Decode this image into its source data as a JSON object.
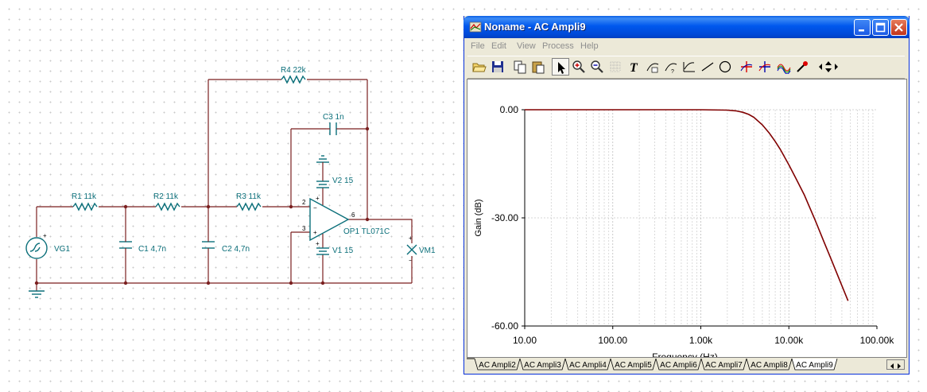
{
  "schematic": {
    "components": {
      "r1": "R1 11k",
      "r2": "R2 11k",
      "r3": "R3 11k",
      "r4": "R4 22k",
      "c1": "C1 4,7n",
      "c2": "C2 4,7n",
      "c3": "C3 1n",
      "v1": "V1 15",
      "v2": "V2 15",
      "vg1": "VG1",
      "vm1": "VM1",
      "op1": "OP1 TL071C"
    },
    "pins": {
      "in_minus": "2",
      "in_plus": "3",
      "out": "6"
    }
  },
  "window": {
    "title": "Noname - AC Ampli9",
    "menu": [
      "File",
      "Edit",
      "View",
      "Process",
      "Help"
    ],
    "toolbar_icons": [
      "open-icon",
      "save-icon",
      "copy-icon",
      "paste-icon",
      "pointer-icon",
      "zoom-in-icon",
      "zoom-out-icon",
      "grid-icon",
      "text-icon",
      "curve-label-icon",
      "curve-value-icon",
      "axis-label-icon",
      "line-icon",
      "circle-icon",
      "cursor-a-icon",
      "cursor-b-icon",
      "waveform-icon",
      "probe-icon",
      "move-arrows-icon"
    ],
    "tabs": [
      "AC Ampli2",
      "AC Ampli3",
      "AC Ampli4",
      "AC Ampli5",
      "AC Ampli6",
      "AC Ampli7",
      "AC Ampli8",
      "AC Ampli9"
    ],
    "active_tab": "AC Ampli9"
  },
  "chart_data": {
    "type": "line",
    "xlabel": "Frequency (Hz)",
    "ylabel": "Gain (dB)",
    "x_scale": "log",
    "xlim": [
      10,
      100000
    ],
    "ylim": [
      -60,
      0
    ],
    "x_ticks": [
      "10.00",
      "100.00",
      "1.00k",
      "10.00k",
      "100.00k"
    ],
    "y_ticks": [
      "0.00",
      "-30.00",
      "-60.00"
    ],
    "grid": true,
    "series": [
      {
        "color": "#800000",
        "x": [
          10,
          100,
          1000,
          2000,
          2500,
          3000,
          3500,
          4000,
          5000,
          6000,
          7000,
          8000,
          10000,
          12000,
          15000,
          20000,
          25000,
          30000,
          40000,
          47000
        ],
        "y": [
          0,
          0,
          0,
          -0.1,
          -0.3,
          -0.7,
          -1.3,
          -2.1,
          -4.2,
          -6.5,
          -8.8,
          -11.0,
          -15.3,
          -19.0,
          -23.7,
          -30.8,
          -36.6,
          -41.3,
          -48.8,
          -53.0
        ]
      }
    ]
  }
}
